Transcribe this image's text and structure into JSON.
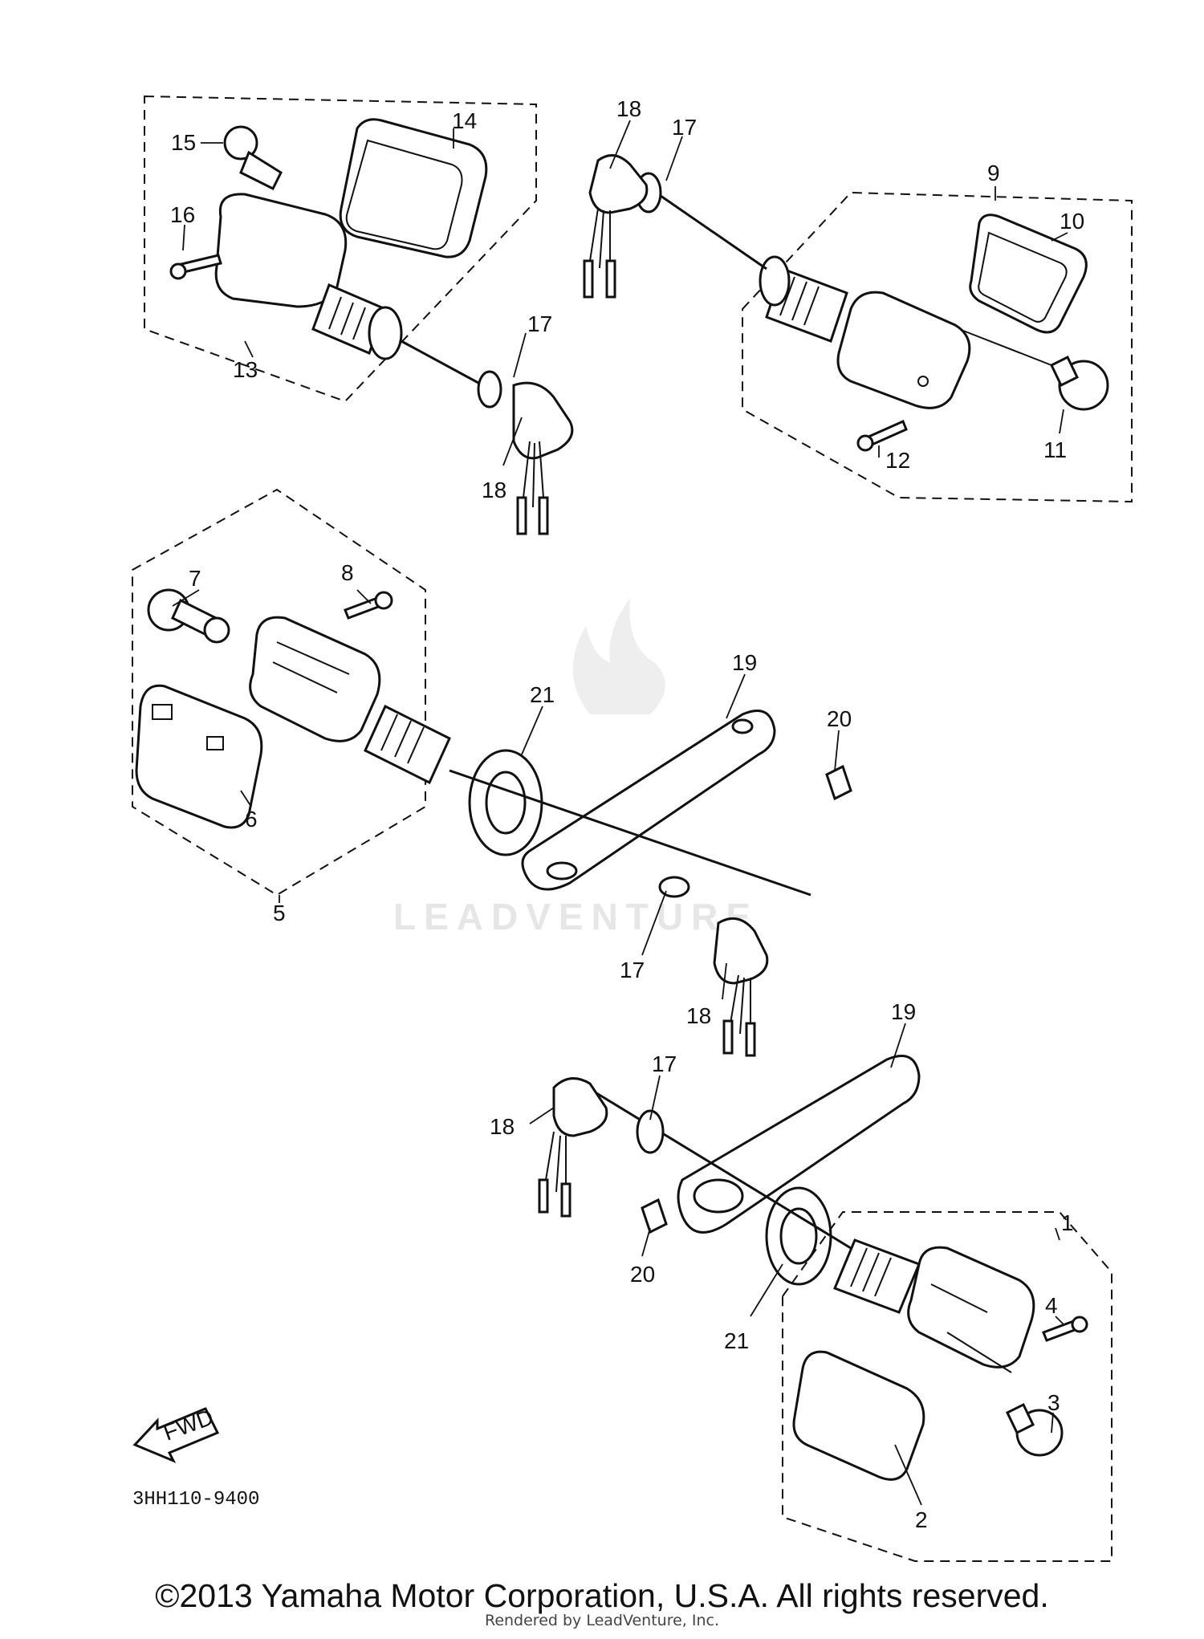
{
  "labels": {
    "p1": "1",
    "p2": "2",
    "p3": "3",
    "p4": "4",
    "p5": "5",
    "p6": "6",
    "p7": "7",
    "p8": "8",
    "p9": "9",
    "p10": "10",
    "p11": "11",
    "p12": "12",
    "p13": "13",
    "p14": "14",
    "p15": "15",
    "p16": "16",
    "p17a": "17",
    "p17b": "17",
    "p17c": "17",
    "p17d": "17",
    "p18a": "18",
    "p18b": "18",
    "p18c": "18",
    "p18d": "18",
    "p19a": "19",
    "p19b": "19",
    "p20a": "20",
    "p20b": "20",
    "p21a": "21",
    "p21b": "21"
  },
  "fwd_label": "FWD",
  "watermark": "LEADVENTURE",
  "diagram_code": "3HH110-9400",
  "copyright": "©2013 Yamaha Motor Corporation, U.S.A. All rights reserved.",
  "rendered_by": "Rendered by LeadVenture, Inc."
}
